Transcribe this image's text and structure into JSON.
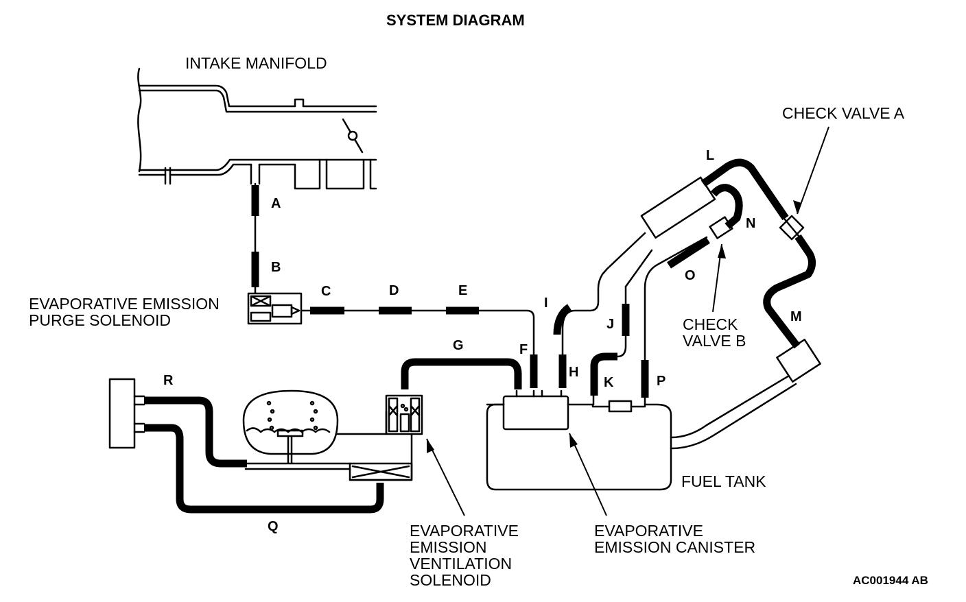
{
  "title": "SYSTEM DIAGRAM",
  "labels": {
    "intake_manifold": "INTAKE MANIFOLD",
    "purge_solenoid": "EVAPORATIVE EMISSION\nPURGE SOLENOID",
    "check_valve_a": "CHECK VALVE A",
    "check_valve_b": "CHECK\nVALVE B",
    "ventilation_solenoid": "EVAPORATIVE\nEMISSION\nVENTILATION\nSOLENOID",
    "canister": "EVAPORATIVE\nEMISSION CANISTER",
    "fuel_tank": "FUEL TANK"
  },
  "hoses": {
    "A": "A",
    "B": "B",
    "C": "C",
    "D": "D",
    "E": "E",
    "F": "F",
    "G": "G",
    "H": "H",
    "I": "I",
    "J": "J",
    "K": "K",
    "L": "L",
    "M": "M",
    "N": "N",
    "O": "O",
    "P": "P",
    "Q": "Q",
    "R": "R"
  },
  "reference_code": "AC001944 AB",
  "colors": {
    "line": "#000000",
    "background": "#ffffff"
  }
}
